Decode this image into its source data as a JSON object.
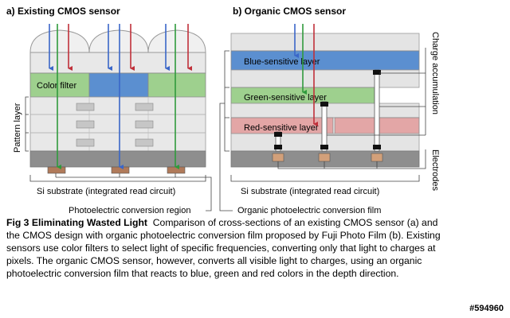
{
  "panel_a": {
    "title": "a) Existing CMOS sensor",
    "color_filter_label": "Color filter",
    "pattern_layer_label": "Pattern layer",
    "substrate_label": "Si substrate (integrated read circuit)",
    "region_label": "Photoelectric conversion region"
  },
  "panel_b": {
    "title": "b) Organic CMOS sensor",
    "blue_layer_label": "Blue-sensitive layer",
    "green_layer_label": "Green-sensitive layer",
    "red_layer_label": "Red-sensitive layer",
    "charge_label": "Charge accumulation",
    "electrodes_label": "Electrodes",
    "substrate_label": "Si substrate (integrated read circuit)",
    "film_label": "Organic photoelectric conversion film"
  },
  "caption": {
    "heading": "Fig 3  Eliminating Wasted Light",
    "body": "Comparison of cross-sections of an existing CMOS sensor (a) and the CMOS design with organic photoelectric conversion film proposed by Fuji Photo Film (b). Existing sensors use color filters to select light of specific frequencies, converting only that light to charges at pixels. The organic CMOS sensor, however, converts all visible light to charges, using an organic photoelectric conversion film that reacts to blue, green and red colors in the depth direction."
  },
  "watermark": "#594960",
  "colors": {
    "blue": "#5b8fd0",
    "green": "#9ed08e",
    "red": "#e3a6a6",
    "arrow_blue": "#3a66c8",
    "arrow_green": "#2f9a3c",
    "arrow_red": "#c0303a",
    "layer_gray": "#d3d3d3",
    "substrate_gray": "#8e8e8e",
    "electrode_tan": "#d2a07a"
  }
}
